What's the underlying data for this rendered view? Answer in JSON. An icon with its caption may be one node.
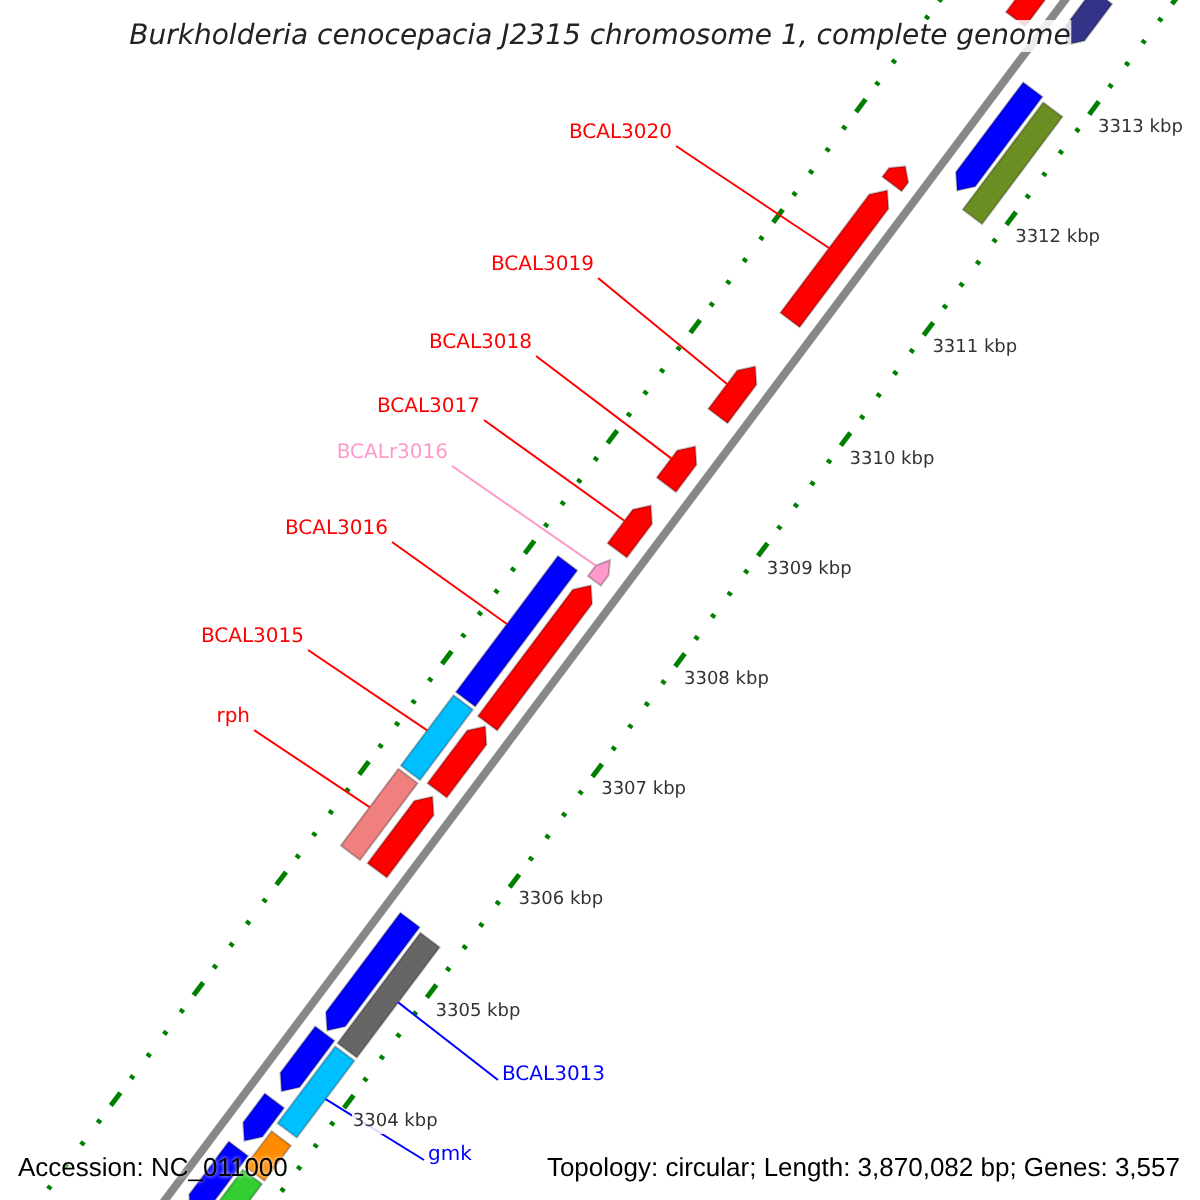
{
  "diagram": {
    "title": "Burkholderia cenocepacia J2315 chromosome 1, complete genome",
    "nodes": [
      {
        "text": [
          "BCAL3020"
        ]
      },
      {
        "text": [
          "BCAL3019"
        ]
      },
      {
        "text": [
          "BCAL3018"
        ]
      },
      {
        "text": [
          "BCAL3017"
        ]
      },
      {
        "text": [
          "BCALr3016"
        ]
      },
      {
        "text": [
          "BCAL3016"
        ]
      },
      {
        "text": [
          "BCAL3015"
        ]
      },
      {
        "text": [
          "rph"
        ]
      },
      {
        "text": [
          "BCAL3013"
        ]
      },
      {
        "text": [
          "gmk"
        ]
      },
      {
        "text": [],
        "shape": "bar"
      },
      {
        "text": [],
        "shape": "bar"
      },
      {
        "text": [],
        "shape": "bar"
      },
      {
        "text": [],
        "shape": "bar"
      },
      {
        "text": [],
        "shape": "bar"
      },
      {
        "text": [],
        "shape": "bar"
      },
      {
        "text": [],
        "shape": "bar"
      },
      {
        "text": [],
        "shape": "bar"
      },
      {
        "text": [],
        "shape": "bar"
      },
      {
        "text": [],
        "shape": "bar"
      },
      {
        "text": [],
        "shape": "bar"
      },
      {
        "text": [],
        "shape": "bar"
      },
      {
        "text": [],
        "shape": "bar"
      },
      {
        "text": [],
        "shape": "bar"
      },
      {
        "text": [],
        "shape": "bar"
      },
      {
        "text": [],
        "shape": "bar"
      },
      {
        "text": [],
        "shape": "bar"
      },
      {
        "text": [],
        "shape": "bar"
      },
      {
        "text": [],
        "shape": "bar"
      },
      {
        "text": [],
        "shape": "bar"
      },
      {
        "text": [],
        "shape": "bar"
      },
      {
        "text": [],
        "shape": "bar"
      },
      {
        "text": [],
        "shape": "bar"
      },
      {
        "text": [],
        "shape": "bar"
      }
    ],
    "edges": [
      {
        "from": 0,
        "to": 10,
        "arrow": "none"
      },
      {
        "from": 1,
        "to": 11,
        "arrow": "none"
      },
      {
        "from": 2,
        "to": 12,
        "arrow": "none"
      },
      {
        "from": 3,
        "to": 13,
        "arrow": "none"
      },
      {
        "from": 4,
        "to": 14,
        "arrow": "none",
        "color": "#ff99cc"
      },
      {
        "from": 5,
        "to": 15,
        "arrow": "none"
      },
      {
        "from": 6,
        "to": 16,
        "arrow": "none"
      },
      {
        "from": 7,
        "to": 17,
        "arrow": "none"
      },
      {
        "from": 8,
        "to": 18,
        "arrow": "none",
        "color": "#0000ff"
      },
      {
        "from": 9,
        "to": 19,
        "arrow": "none",
        "color": "#0000ff"
      }
    ],
    "labels": [
      "3313 kbp",
      "3312 kbp",
      "3311 kbp",
      "3310 kbp",
      "3309 kbp",
      "3308 kbp",
      "3307 kbp",
      "3306 kbp",
      "3305 kbp",
      "3304 kbp",
      "Accession: NC_011000",
      "Topology: circular; Length: 3,870,082 bp; Genes: 3,557"
    ]
  }
}
